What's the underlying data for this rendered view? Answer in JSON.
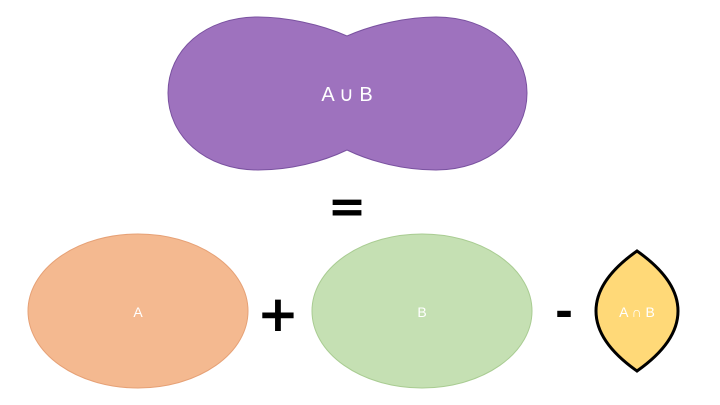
{
  "union": {
    "label": "A ∪ B",
    "color": "#9e72be"
  },
  "equals": {
    "symbol": "="
  },
  "set_a": {
    "label": "A",
    "color": "#f4b990"
  },
  "plus": {
    "symbol": "+"
  },
  "set_b": {
    "label": "B",
    "color": "#c5e0b3"
  },
  "minus": {
    "symbol": "-"
  },
  "intersection": {
    "label": "A ∩ B",
    "color": "#ffd978",
    "outline_color": "#000000"
  }
}
